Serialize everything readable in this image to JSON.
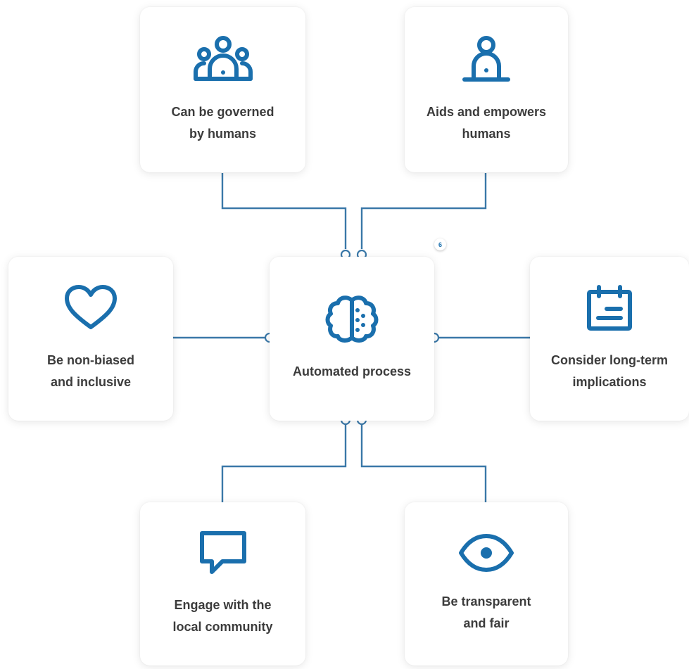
{
  "diagram": {
    "center": {
      "label": "Automated process",
      "icon": "brain-icon"
    },
    "principles": [
      {
        "label": "Can be governed\nby humans",
        "icon": "group-people-icon"
      },
      {
        "label": "Aids and empowers\nhumans",
        "icon": "person-at-desk-icon"
      },
      {
        "label": "Be non-biased\nand inclusive",
        "icon": "heart-icon"
      },
      {
        "label": "Consider long-term\nimplications",
        "icon": "calendar-icon"
      },
      {
        "label": "Engage with the\nlocal community",
        "icon": "speech-bubble-icon"
      },
      {
        "label": "Be transparent\nand fair",
        "icon": "eye-icon"
      }
    ],
    "badge": "6",
    "colors": {
      "accent": "#1a6fad",
      "line": "#3a78a8",
      "text": "#3c3c3c",
      "card": "#ffffff"
    }
  }
}
